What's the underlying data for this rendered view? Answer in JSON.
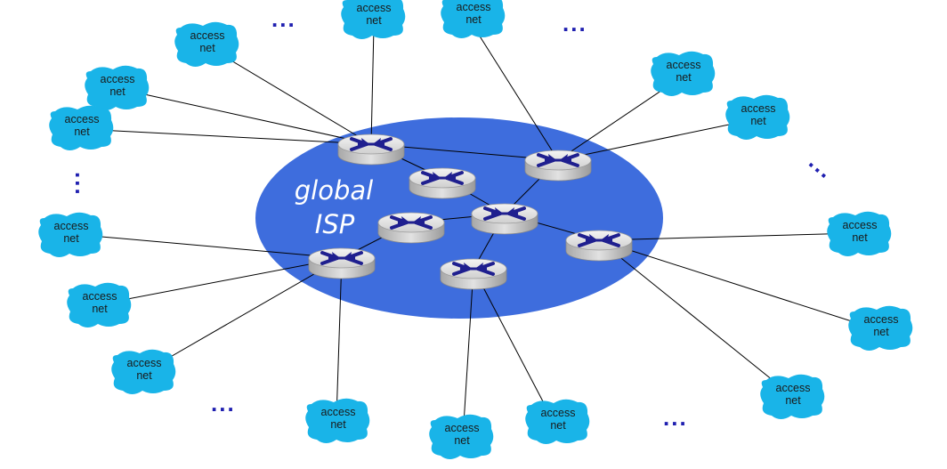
{
  "core": {
    "label_line1": "global",
    "label_line2": "ISP",
    "color": "#3e6ddd"
  },
  "colors": {
    "access_net_fill": "#19b4e8",
    "router_body": "#e6e6e6",
    "router_arrow": "#1f1f8f",
    "ellipsis": "#1f1fb0",
    "links": "#000000"
  },
  "access_nets": [
    {
      "id": "an-top-left",
      "line1": "access",
      "line2": "net"
    },
    {
      "id": "an-top-center-left",
      "line1": "access",
      "line2": "net"
    },
    {
      "id": "an-top-center-right",
      "line1": "access",
      "line2": "net"
    },
    {
      "id": "an-top-right",
      "line1": "access",
      "line2": "net"
    },
    {
      "id": "an-left-upper",
      "line1": "access",
      "line2": "net"
    },
    {
      "id": "an-left-mid",
      "line1": "access",
      "line2": "net"
    },
    {
      "id": "an-right-upper",
      "line1": "access",
      "line2": "net"
    },
    {
      "id": "an-left-lower",
      "line1": "access",
      "line2": "net"
    },
    {
      "id": "an-right-mid",
      "line1": "access",
      "line2": "net"
    },
    {
      "id": "an-left-bottom-1",
      "line1": "access",
      "line2": "net"
    },
    {
      "id": "an-right-lower",
      "line1": "access",
      "line2": "net"
    },
    {
      "id": "an-left-bottom-2",
      "line1": "access",
      "line2": "net"
    },
    {
      "id": "an-right-bottom",
      "line1": "access",
      "line2": "net"
    },
    {
      "id": "an-bottom-1",
      "line1": "access",
      "line2": "net"
    },
    {
      "id": "an-bottom-2",
      "line1": "access",
      "line2": "net"
    },
    {
      "id": "an-bottom-3",
      "line1": "access",
      "line2": "net"
    }
  ],
  "ellipsis": "..."
}
